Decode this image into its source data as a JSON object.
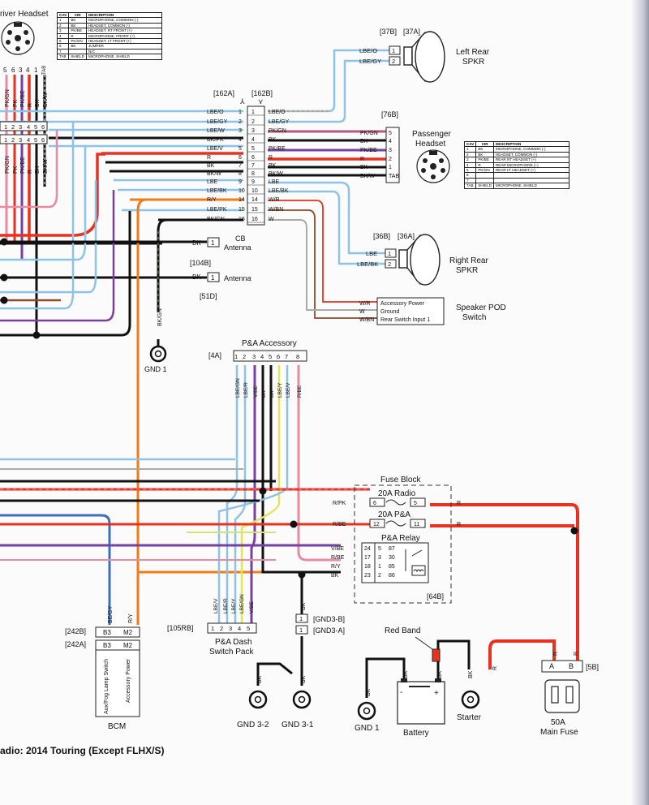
{
  "footer": {
    "title": "adio: 2014 Touring (Except FLHX/S)"
  },
  "driver_headset": {
    "title": "river Headset",
    "pins": [
      "5",
      "6",
      "3",
      "4",
      "1",
      "TAB"
    ],
    "wire_labels": [
      "PK/GN",
      "PK",
      "PK/BE",
      "R",
      "BK",
      "BK/W"
    ],
    "bottom_pins": [
      "1",
      "2",
      "3",
      "4",
      "5",
      "6"
    ],
    "lower_wire_labels": [
      "PK/GN",
      "PK",
      "PK/BE",
      "R",
      "BK",
      "BK/W"
    ],
    "table": {
      "headers": [
        "CAV",
        "CIR",
        "DESCRIPTION"
      ],
      "rows": [
        [
          "1",
          "BK",
          "MICROPHONE, COMMON (-)"
        ],
        [
          "2",
          "BK",
          "HEADSET, COMMON (-)"
        ],
        [
          "3",
          "PK/BE",
          "HEADSET, RT FRONT (+)"
        ],
        [
          "4",
          "R",
          "MICROPHONE, FRONT (+)"
        ],
        [
          "5",
          "PK/GN",
          "HEADSET, LT FRONT (+)"
        ],
        [
          "6",
          "BK",
          "JUMPER"
        ],
        [
          "7",
          "",
          "N/C"
        ],
        [
          "TAB",
          "SHIELD",
          "MICROPHONE, SHIELD"
        ]
      ]
    }
  },
  "connector_162": {
    "label_a": "[162A]",
    "label_b": "[162B]",
    "pins": [
      {
        "n": "1",
        "left": "LBE/O",
        "right": "LBE/O"
      },
      {
        "n": "2",
        "left": "LBE/GY",
        "right": "LBE/GY"
      },
      {
        "n": "3",
        "left": "LBE/W",
        "right": "PK/GN"
      },
      {
        "n": "4",
        "left": "BK/PK",
        "right": "BK"
      },
      {
        "n": "5",
        "left": "LBE/V",
        "right": "PK/BE"
      },
      {
        "n": "6",
        "left": "R",
        "right": "R"
      },
      {
        "n": "7",
        "left": "BK",
        "right": "BK"
      },
      {
        "n": "8",
        "left": "BK/W",
        "right": "BK/W"
      },
      {
        "n": "9",
        "left": "LBE",
        "right": "LBE"
      },
      {
        "n": "10",
        "left": "LBE/BK",
        "right": "LBE/BK"
      },
      {
        "n": "14",
        "left": "R/Y",
        "right": "W/R"
      },
      {
        "n": "15",
        "left": "LBE/PK",
        "right": "W/BN"
      },
      {
        "n": "16",
        "left": "BK/GN",
        "right": "W"
      }
    ]
  },
  "left_rear_spkr": {
    "label_b": "[37B]",
    "label_a": "[37A]",
    "title_1": "Left Rear",
    "title_2": "SPKR",
    "wires": [
      "LBE/O",
      "LBE/GY"
    ],
    "pins": [
      "1",
      "2"
    ]
  },
  "passenger_headset": {
    "connector": "[76B]",
    "title_1": "Passenger",
    "title_2": "Headset",
    "wires": [
      "PK/GN",
      "BK",
      "PK/BE",
      "R",
      "BK",
      "BK/W"
    ],
    "pins": [
      "5",
      "4",
      "3",
      "2",
      "1",
      "TAB"
    ],
    "table": {
      "headers": [
        "CAV",
        "CIR",
        "DESCRIPTION"
      ],
      "rows": [
        [
          "1",
          "BK",
          "MICROPHONE, COMMON (-)"
        ],
        [
          "2",
          "BK",
          "HEADSET, COMMON (-)"
        ],
        [
          "3",
          "PK/BE",
          "REAR RT HEADSET (+)"
        ],
        [
          "4",
          "R",
          "REAR MICROPHONE (+)"
        ],
        [
          "5",
          "PK/GN",
          "REAR LT HEADSET (+)"
        ],
        [
          "6",
          "",
          ""
        ],
        [
          "7",
          "",
          ""
        ],
        [
          "TAB",
          "SHIELD",
          "MICROPHONE, SHIELD"
        ]
      ]
    }
  },
  "cb_antenna": {
    "wire": "BK",
    "pin": "1",
    "title_1": "CB",
    "title_2": "Antenna",
    "connector": "[104B]"
  },
  "antenna": {
    "wire": "BK",
    "pin": "1",
    "title": "Antenna",
    "connector": "[51D]"
  },
  "right_rear_spkr": {
    "label_b": "[36B]",
    "label_a": "[36A]",
    "title_1": "Right Rear",
    "title_2": "SPKR",
    "wires": [
      "LBE",
      "LBE/BK"
    ],
    "pins": [
      "1",
      "2"
    ]
  },
  "speaker_pod": {
    "title_1": "Speaker POD",
    "title_2": "Switch",
    "rows": [
      {
        "wire": "W/R",
        "label": "Accessory Power"
      },
      {
        "wire": "W",
        "label": "Ground"
      },
      {
        "wire": "W/BN",
        "label": "Rear Switch Input 1"
      }
    ]
  },
  "gnd1_top": {
    "wire": "BK/GN",
    "label": "GND 1"
  },
  "pa_accessory": {
    "title": "P&A Accessory",
    "connector": "[4A]",
    "pins": [
      "1",
      "2",
      "3",
      "4",
      "5",
      "6",
      "7",
      "8"
    ],
    "wires": [
      "LBE/GN",
      "LBE/R",
      "V/BE",
      "BK",
      "BK",
      "LBE/Y",
      "LBE/V",
      "R/BE"
    ]
  },
  "fuse_block": {
    "title": "Fuse Block",
    "fuses": [
      {
        "name": "20A Radio",
        "wire_in": "R/PK",
        "pin_l": "6",
        "pin_r": "5",
        "wire_out": "R"
      },
      {
        "name": "20A P&A",
        "wire_in": "R/BE",
        "pin_l": "12",
        "pin_r": "11",
        "wire_out": "R"
      }
    ]
  },
  "pa_relay": {
    "title": "P&A Relay",
    "connector": "[64B]",
    "rows": [
      {
        "wire": "V/BE",
        "l": "24",
        "n1": "5",
        "n2": "87"
      },
      {
        "wire": "R/BE",
        "l": "17",
        "n1": "3",
        "n2": "30"
      },
      {
        "wire": "R/Y",
        "l": "18",
        "n1": "1",
        "n2": "85"
      },
      {
        "wire": "BK",
        "l": "23",
        "n1": "2",
        "n2": "86"
      }
    ]
  },
  "bcm": {
    "label_b": "[242B]",
    "label_a": "[242A]",
    "pins": [
      "B3",
      "M2"
    ],
    "wires": [
      "BE/GY",
      "R/Y"
    ],
    "func_1": "Aux/Fog Lamp Switch",
    "func_2": "Accessory Power",
    "title": "BCM"
  },
  "dash_switch": {
    "connector": "[105RB]",
    "pins": [
      "1",
      "2",
      "3",
      "4",
      "5"
    ],
    "wires": [
      "LBE/V",
      "LBE/R",
      "LBE/Y",
      "LBE/GN",
      "V/BE"
    ],
    "title_1": "P&A Dash",
    "title_2": "Switch Pack"
  },
  "gnd3": {
    "wire": "BK",
    "label_b": "[GND3-B]",
    "label_a": "[GND3-A]",
    "pin": "1",
    "gnd_32": "GND 3-2",
    "gnd_31": "GND 3-1",
    "wire_32": "BK",
    "wire_31": "BK"
  },
  "battery_area": {
    "red_band": "Red Band",
    "gnd1": "GND 1",
    "battery": "Battery",
    "starter": "Starter",
    "wires": [
      "BK",
      "BK",
      "BK",
      "BK",
      "R"
    ],
    "minus": "-",
    "plus": "+"
  },
  "main_fuse": {
    "connector": "[5B]",
    "wires": [
      "R",
      "R"
    ],
    "pins": [
      "A",
      "B"
    ],
    "title_1": "50A",
    "title_2": "Main Fuse"
  },
  "colors": {
    "lbe": "#8dc3e8",
    "orange": "#f07b17",
    "red": "#e8321f",
    "pink": "#e78ba3",
    "purple": "#7a3fa0",
    "black": "#111111",
    "gray": "#a4a4a4",
    "yellow": "#e6e35a",
    "green": "#74b04a",
    "blue": "#3d6fc0",
    "brown": "#8a4b2b"
  }
}
